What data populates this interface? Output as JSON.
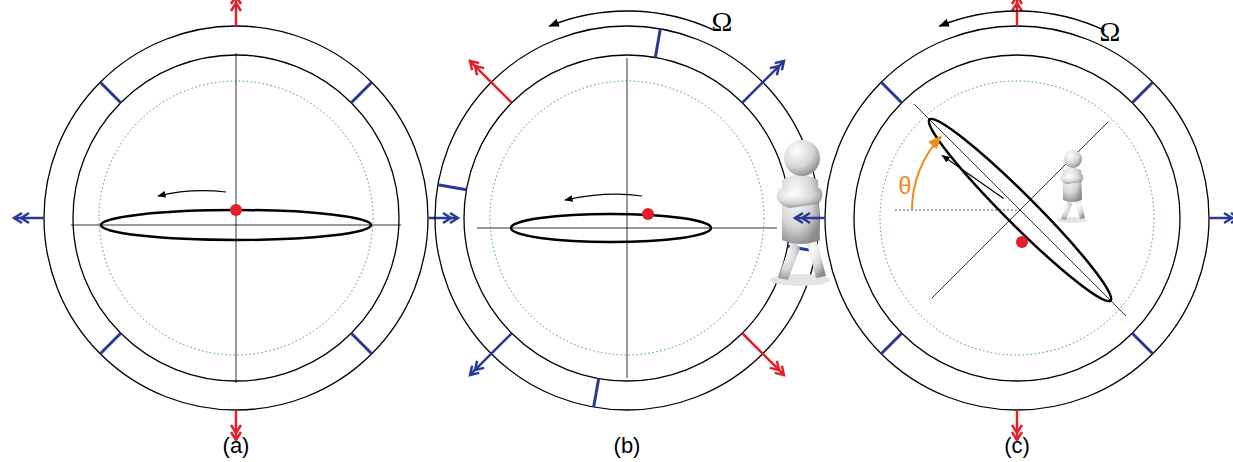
{
  "diagram": {
    "labels": [
      "Ω",
      "Ω",
      "θ",
      "(a)",
      "(b)",
      "(c)"
    ]
  }
}
